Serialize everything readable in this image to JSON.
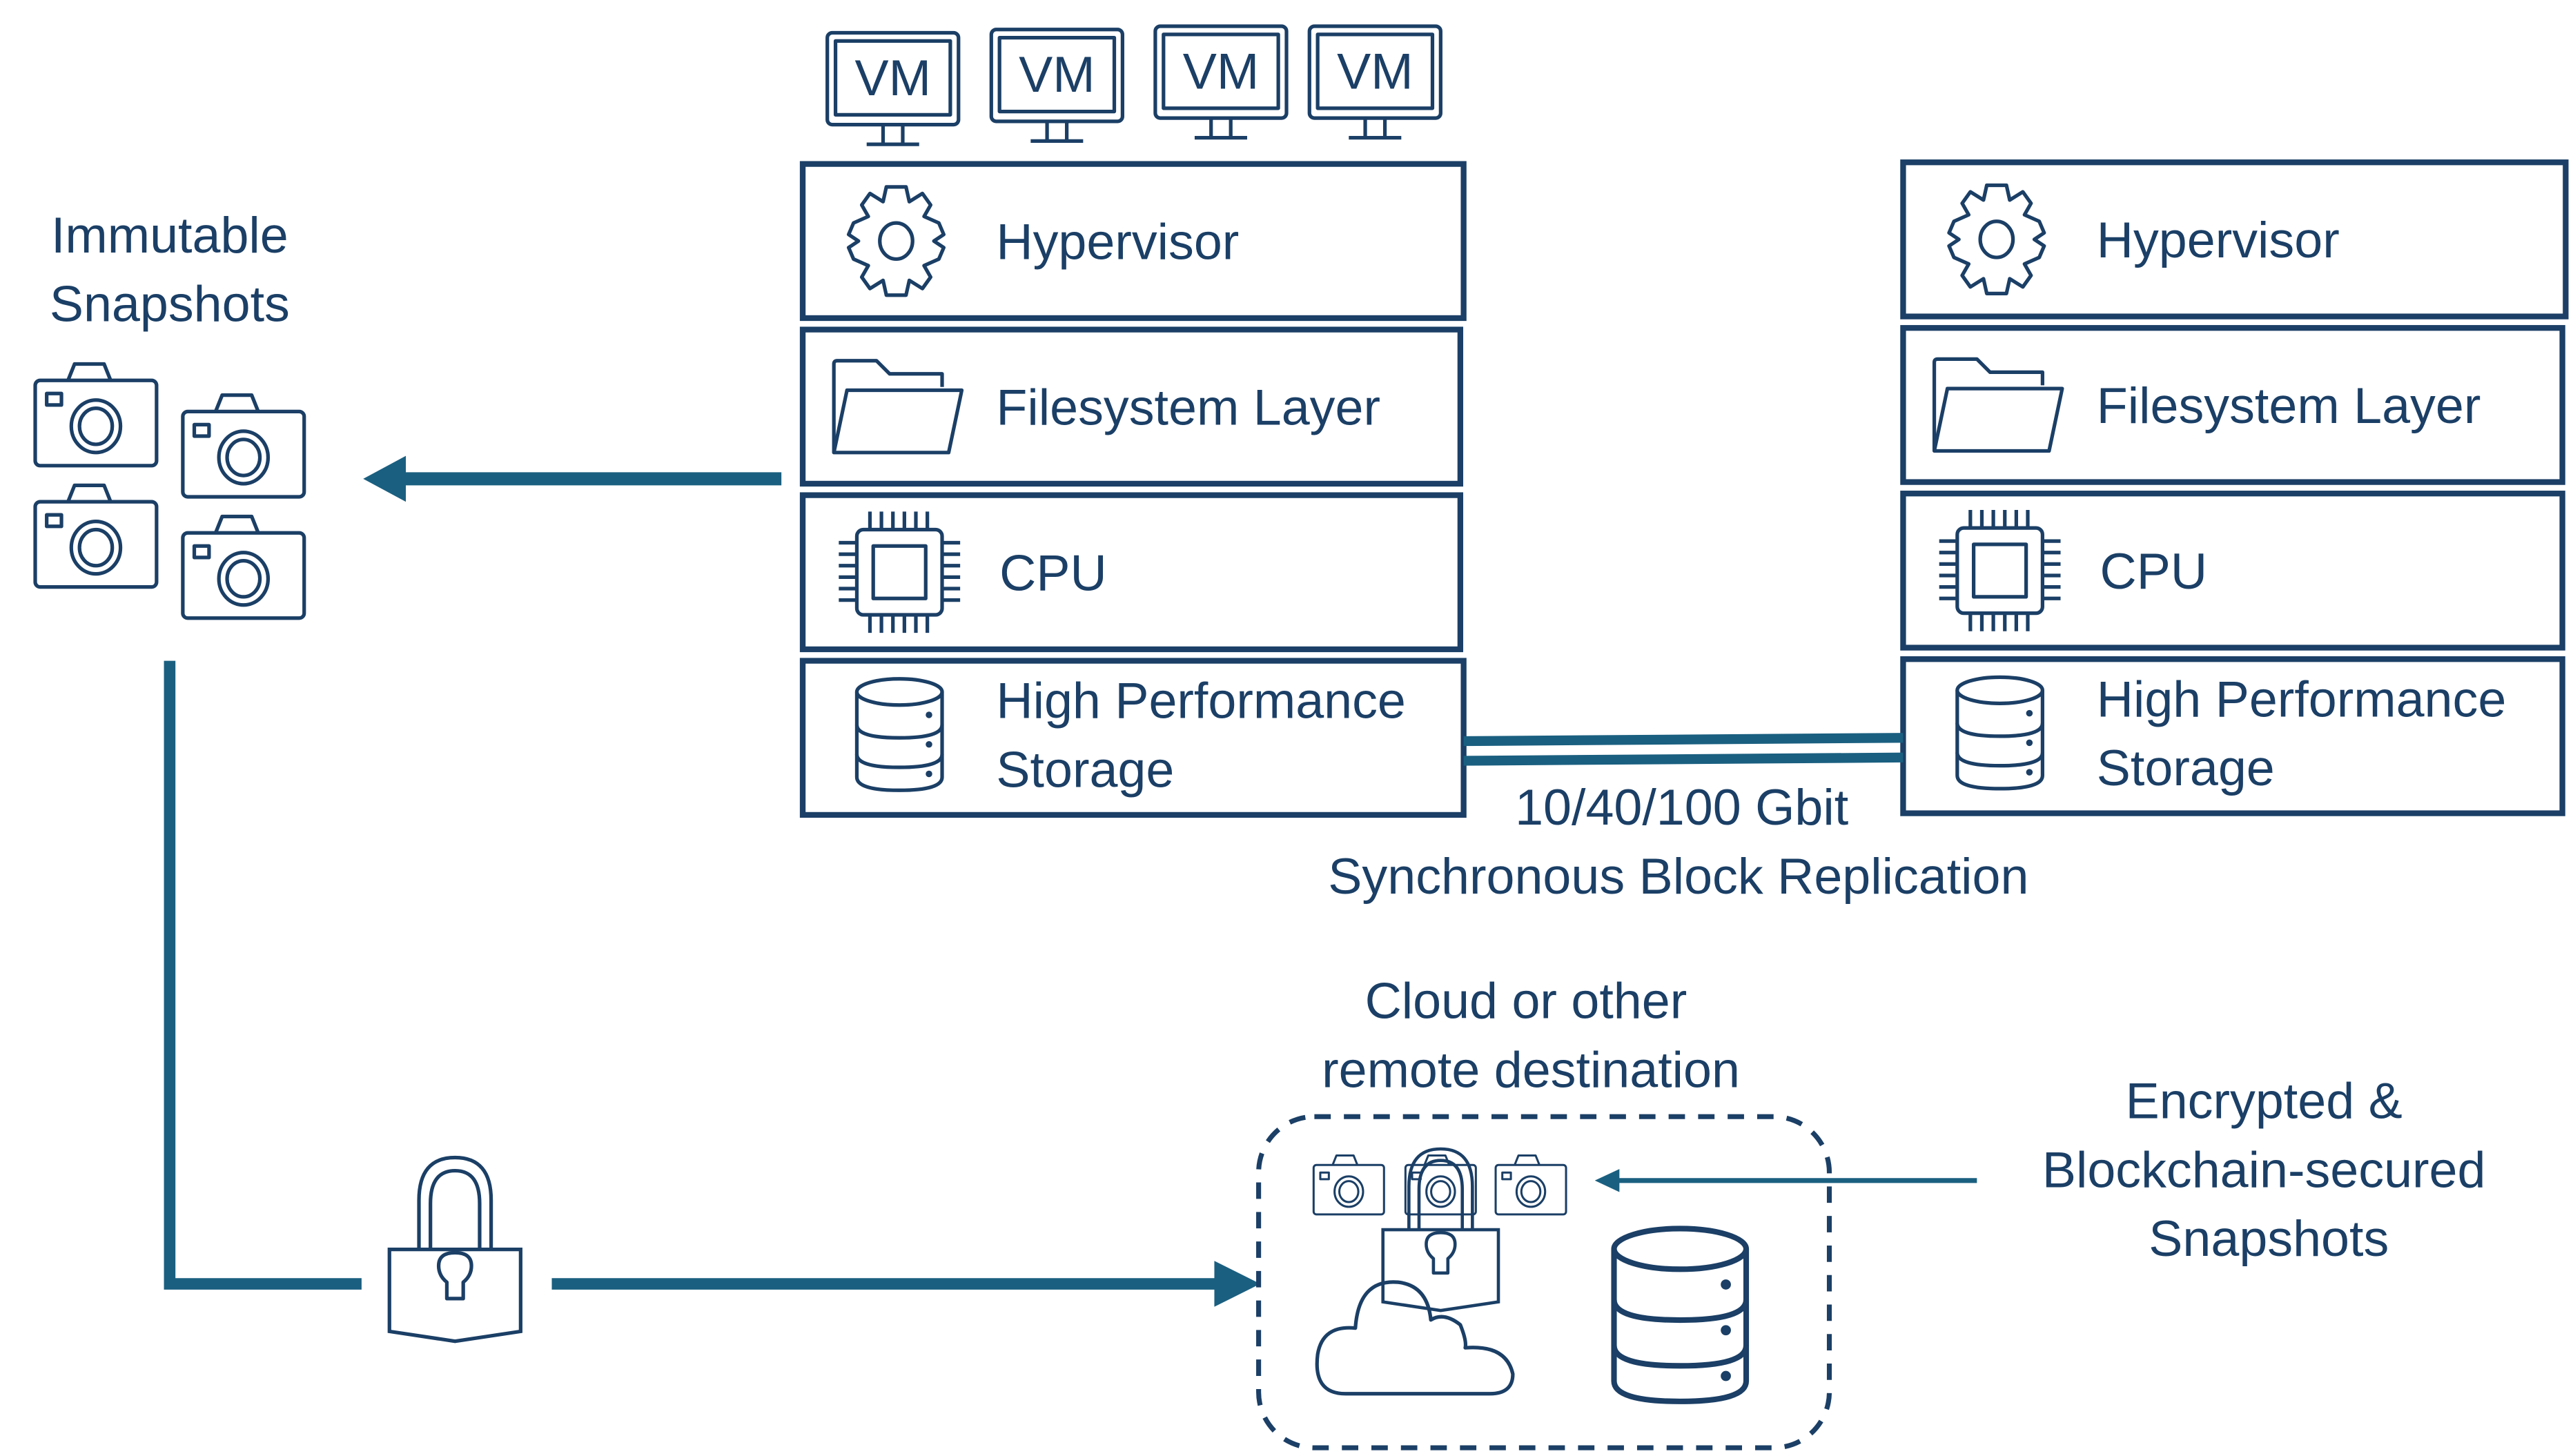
{
  "colors": {
    "primary": "#1b3f66",
    "accent": "#1a5f80",
    "background": "#ffffff"
  },
  "vms": [
    "VM",
    "VM",
    "VM",
    "VM"
  ],
  "primary_stack": {
    "layers": [
      {
        "icon": "gear-icon",
        "label": "Hypervisor"
      },
      {
        "icon": "folder-icon",
        "label": "Filesystem Layer"
      },
      {
        "icon": "cpu-icon",
        "label": "CPU"
      },
      {
        "icon": "database-icon",
        "label_line1": "High Performance",
        "label_line2": "Storage"
      }
    ]
  },
  "secondary_stack": {
    "layers": [
      {
        "icon": "gear-icon",
        "label": "Hypervisor"
      },
      {
        "icon": "folder-icon",
        "label": "Filesystem Layer"
      },
      {
        "icon": "cpu-icon",
        "label": "CPU"
      },
      {
        "icon": "database-icon",
        "label_line1": "High Performance",
        "label_line2": "Storage"
      }
    ]
  },
  "snapshots": {
    "line1": "Immutable",
    "line2": "Snapshots",
    "count": 4
  },
  "replication": {
    "line1": "10/40/100 Gbit",
    "line2": "Synchronous Block Replication"
  },
  "remote": {
    "line1": "Cloud or other",
    "line2": "remote destination"
  },
  "encrypted": {
    "line1": "Encrypted &",
    "line2": "Blockchain-secured",
    "line3": "Snapshots"
  }
}
